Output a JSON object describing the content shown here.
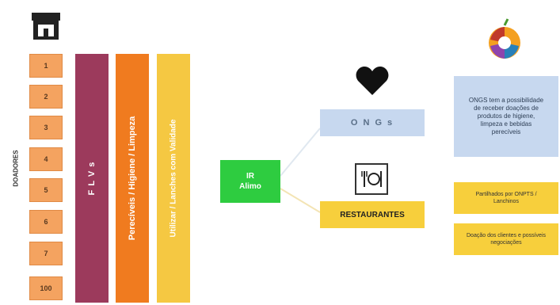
{
  "donors_label": "DOADORES",
  "donors": [
    "1",
    "2",
    "3",
    "4",
    "5",
    "6",
    "7",
    "100"
  ],
  "columns": [
    {
      "label": "F L V s",
      "color": "#9c3a5c",
      "text_color": "#ffffff"
    },
    {
      "label": "Perecíveis / Higiene / Limpeza",
      "color": "#f07b1f",
      "text_color": "#ffffff"
    },
    {
      "label": "Utilizar / Lanches com Validade",
      "color": "#f5c842",
      "text_color": "#ffffff"
    }
  ],
  "hub": {
    "label": "IR Alimo",
    "color": "#2ecc40"
  },
  "targets": {
    "ngos": "O N G s",
    "restaurants": "RESTAURANTES"
  },
  "info": {
    "ngos_text": "ONGS tem a possibilidade de receber doações de produtos de higiene, limpeza e bebidas perecíveis",
    "note1": "Partilhados por ONPTS / Lanchinos",
    "note2": "Doação dos clientes e possíveis negociações"
  },
  "icons": [
    "store-icon",
    "heart-icon",
    "restaurant-icon",
    "fruit-logo-icon"
  ]
}
